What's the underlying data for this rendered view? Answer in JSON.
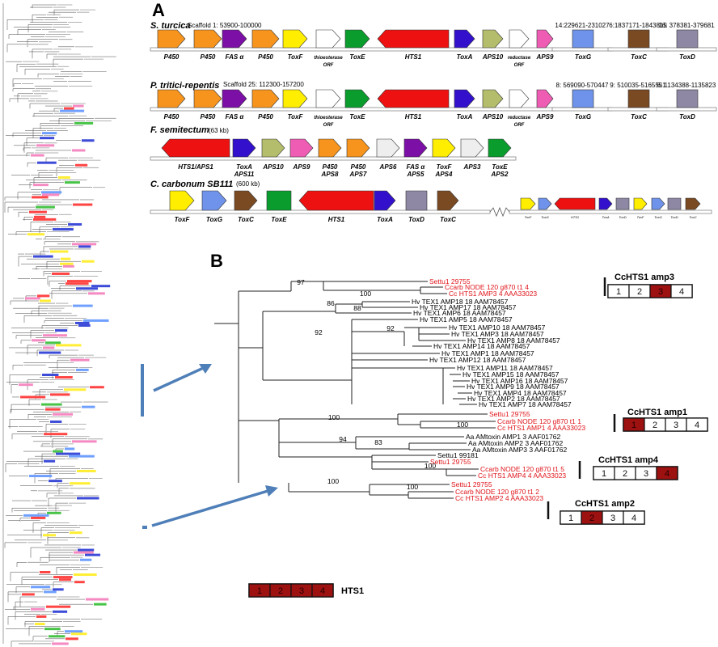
{
  "panel_a": {
    "letter": "A",
    "tracks": [
      {
        "organism": "S. turcica",
        "scaffold": "Scaffold 1: 53900-100000",
        "genes": [
          {
            "name": "P450",
            "color": "#f7941d",
            "dir": "right"
          },
          {
            "name": "P450",
            "color": "#f7941d",
            "dir": "right"
          },
          {
            "name": "FAS α",
            "color": "#7b0fa6",
            "dir": "right"
          },
          {
            "name": "P450",
            "color": "#f7941d",
            "dir": "right"
          },
          {
            "name": "ToxF",
            "color": "#ffee00",
            "dir": "right"
          },
          {
            "name": "thioesterase ORF",
            "color": "#ffffff",
            "dir": "right"
          },
          {
            "name": "ToxE",
            "color": "#0a9d2e",
            "dir": "right"
          },
          {
            "name": "HTS1",
            "color": "#ee1111",
            "dir": "left"
          },
          {
            "name": "ToxA",
            "color": "#3311cc",
            "dir": "right"
          },
          {
            "name": "APS10",
            "color": "#b4bd6b",
            "dir": "right"
          },
          {
            "name": "reductase ORF",
            "color": "#ffffff",
            "dir": "right"
          },
          {
            "name": "APS9",
            "color": "#ee5cb4",
            "dir": "right"
          }
        ],
        "extra": [
          {
            "coord": "14:229621-231027",
            "name": "ToxG",
            "color": "#6f93ea"
          },
          {
            "coord": "6:1837171-1843815",
            "name": "ToxC",
            "color": "#7a4a23"
          },
          {
            "coord": "16: 378381-379681",
            "name": "ToxD",
            "color": "#8e88a4"
          }
        ]
      },
      {
        "organism": "P. tritici-repentis",
        "scaffold": "Scaffold 25: 112300-157200",
        "genes": [
          {
            "name": "P450",
            "color": "#f7941d",
            "dir": "right"
          },
          {
            "name": "P450",
            "color": "#f7941d",
            "dir": "right"
          },
          {
            "name": "FAS α",
            "color": "#7b0fa6",
            "dir": "right"
          },
          {
            "name": "P450",
            "color": "#f7941d",
            "dir": "right"
          },
          {
            "name": "ToxF",
            "color": "#ffee00",
            "dir": "right"
          },
          {
            "name": "thioesterase ORF",
            "color": "#ffffff",
            "dir": "right"
          },
          {
            "name": "ToxE",
            "color": "#0a9d2e",
            "dir": "right"
          },
          {
            "name": "HTS1",
            "color": "#ee1111",
            "dir": "left"
          },
          {
            "name": "ToxA",
            "color": "#3311cc",
            "dir": "right"
          },
          {
            "name": "APS10",
            "color": "#b4bd6b",
            "dir": "right"
          },
          {
            "name": "reductase ORF",
            "color": "#ffffff",
            "dir": "right"
          },
          {
            "name": "APS9",
            "color": "#ee5cb4",
            "dir": "right"
          }
        ],
        "extra": [
          {
            "coord": "8: 569090-570447",
            "name": "ToxG",
            "color": "#6f93ea"
          },
          {
            "coord": "9: 510035-5165551",
            "name": "ToxC",
            "color": "#7a4a23"
          },
          {
            "coord": "6: 1134388-1135823",
            "name": "ToxD",
            "color": "#8e88a4"
          }
        ]
      },
      {
        "organism": "F. semitectum",
        "scaffold": "(63 kb)",
        "genes": [
          {
            "name": "HTS1/APS1",
            "color": "#ee1111",
            "dir": "left"
          },
          {
            "name": "ToxA APS11",
            "color": "#3311cc",
            "dir": "right"
          },
          {
            "name": "APS10",
            "color": "#b4bd6b",
            "dir": "right"
          },
          {
            "name": "APS9",
            "color": "#ee5cb4",
            "dir": "right"
          },
          {
            "name": "P450 APS8",
            "color": "#f7941d",
            "dir": "right"
          },
          {
            "name": "P450 APS7",
            "color": "#f7941d",
            "dir": "right"
          },
          {
            "name": "APS6",
            "color": "#eeeeee",
            "dir": "right"
          },
          {
            "name": "FAS α APS5",
            "color": "#7b0fa6",
            "dir": "right"
          },
          {
            "name": "ToxF APS4",
            "color": "#ffee00",
            "dir": "right"
          },
          {
            "name": "APS3",
            "color": "#eeeeee",
            "dir": "right"
          },
          {
            "name": "ToxE APS2",
            "color": "#0a9d2e",
            "dir": "right"
          }
        ]
      },
      {
        "organism": "C. carbonum SB111",
        "scaffold": "(600 kb)",
        "genes": [
          {
            "name": "ToxF",
            "color": "#ffee00",
            "dir": "right"
          },
          {
            "name": "ToxG",
            "color": "#6f93ea",
            "dir": "right"
          },
          {
            "name": "ToxC",
            "color": "#7a4a23",
            "dir": "right"
          },
          {
            "name": "ToxE",
            "color": "#0a9d2e",
            "dir": "none"
          },
          {
            "name": "HTS1",
            "color": "#ee1111",
            "dir": "left"
          },
          {
            "name": "ToxA",
            "color": "#3311cc",
            "dir": "right"
          },
          {
            "name": "ToxD",
            "color": "#8e88a4",
            "dir": "none"
          },
          {
            "name": "ToxC",
            "color": "#7a4a23",
            "dir": "right"
          }
        ],
        "copy": [
          {
            "name": "ToxF",
            "color": "#ffee00",
            "dir": "right"
          },
          {
            "name": "ToxG",
            "color": "#6f93ea",
            "dir": "right"
          },
          {
            "name": "HTS1",
            "color": "#ee1111",
            "dir": "left"
          },
          {
            "name": "ToxA",
            "color": "#3311cc",
            "dir": "right"
          },
          {
            "name": "ToxD",
            "color": "#8e88a4",
            "dir": "none"
          },
          {
            "name": "ToxF",
            "color": "#ffee00",
            "dir": "right"
          },
          {
            "name": "ToxG",
            "color": "#6f93ea",
            "dir": "right"
          },
          {
            "name": "ToxD",
            "color": "#8e88a4",
            "dir": "none"
          },
          {
            "name": "ToxC",
            "color": "#7a4a23",
            "dir": "right"
          }
        ]
      }
    ]
  },
  "panel_b": {
    "letter": "B",
    "bootstraps": [
      "97",
      "100",
      "86",
      "88",
      "92",
      "92",
      "100",
      "100",
      "94",
      "83",
      "100",
      "100",
      "100"
    ],
    "leaves": [
      {
        "text": "Settu1 29755",
        "red": true
      },
      {
        "text": "Ccarb NODE 120 g870 t1 4",
        "red": true
      },
      {
        "text": "Cc HTS1 AMP3 4 AAA33023",
        "red": true
      },
      {
        "text": "Hv TEX1 AMP18 18 AAM78457",
        "red": false
      },
      {
        "text": "Hv TEX1 AMP17 18 AAM78457",
        "red": false
      },
      {
        "text": "Hv TEX1 AMP6 18 AAM78457",
        "red": false
      },
      {
        "text": "Hv TEX1 AMP5 18 AAM78457",
        "red": false
      },
      {
        "text": "Hv TEX1 AMP10 18 AAM78457",
        "red": false
      },
      {
        "text": "Hv TEX1 AMP3 18 AAM78457",
        "red": false
      },
      {
        "text": "Hv TEX1 AMP8 18 AAM78457",
        "red": false
      },
      {
        "text": "Hv TEX1 AMP14 18 AAM78457",
        "red": false
      },
      {
        "text": "Hv TEX1 AMP1 18 AAM78457",
        "red": false
      },
      {
        "text": "Hv TEX1 AMP12 18 AAM78457",
        "red": false
      },
      {
        "text": "Hv TEX1 AMP11 18 AAM78457",
        "red": false
      },
      {
        "text": "Hv TEX1 AMP15 18 AAM78457",
        "red": false
      },
      {
        "text": "Hv TEX1 AMP16 18 AAM78457",
        "red": false
      },
      {
        "text": "Hv TEX1 AMP9 18 AAM78457",
        "red": false
      },
      {
        "text": "Hv TEX1 AMP4 18 AAM78457",
        "red": false
      },
      {
        "text": "Hv TEX1 AMP2 18 AAM78457",
        "red": false
      },
      {
        "text": "Hv TEX1 AMP7 18 AAM78457",
        "red": false
      },
      {
        "text": "Settu1 29755",
        "red": true
      },
      {
        "text": "Ccarb NODE 120 g870 t1 1",
        "red": true
      },
      {
        "text": "Cc HTS1 AMP1 4 AAA33023",
        "red": true
      },
      {
        "text": "Aa AMtoxin AMP1 3 AAF01762",
        "red": false
      },
      {
        "text": "Aa AMtoxin AMP2 3 AAF01762",
        "red": false
      },
      {
        "text": "Aa AMtoxin AMP3 3 AAF01762",
        "red": false
      },
      {
        "text": "Settu1 99181",
        "red": false
      },
      {
        "text": "Settu1 29755",
        "red": true
      },
      {
        "text": "Ccarb NODE 120 g870 t1 5",
        "red": true
      },
      {
        "text": "Cc HTS1 AMP4 4 AAA33023",
        "red": true
      },
      {
        "text": "Settu1 29755",
        "red": true
      },
      {
        "text": "Ccarb NODE 120 g870 t1 2",
        "red": true
      },
      {
        "text": "Cc HTS1 AMP2 4 AAA33023",
        "red": true
      }
    ],
    "amp_boxes": [
      {
        "title": "CcHTS1 amp3",
        "cells": [
          "1",
          "2",
          "3",
          "4"
        ],
        "highlight": 3
      },
      {
        "title": "CcHTS1 amp1",
        "cells": [
          "1",
          "2",
          "3",
          "4"
        ],
        "highlight": 1
      },
      {
        "title": "CcHTS1 amp4",
        "cells": [
          "1",
          "2",
          "3",
          "4"
        ],
        "highlight": 4
      },
      {
        "title": "CcHTS1 amp2",
        "cells": [
          "1",
          "2",
          "3",
          "4"
        ],
        "highlight": 2
      }
    ],
    "hts1_legend": {
      "label": "HTS1",
      "cells": [
        "1",
        "2",
        "3",
        "4"
      ]
    },
    "colors": {
      "red": "#e0141a",
      "dark_red": "#b0111a",
      "arrow": "#4f7fb8",
      "highlight": "#9d1111"
    }
  }
}
